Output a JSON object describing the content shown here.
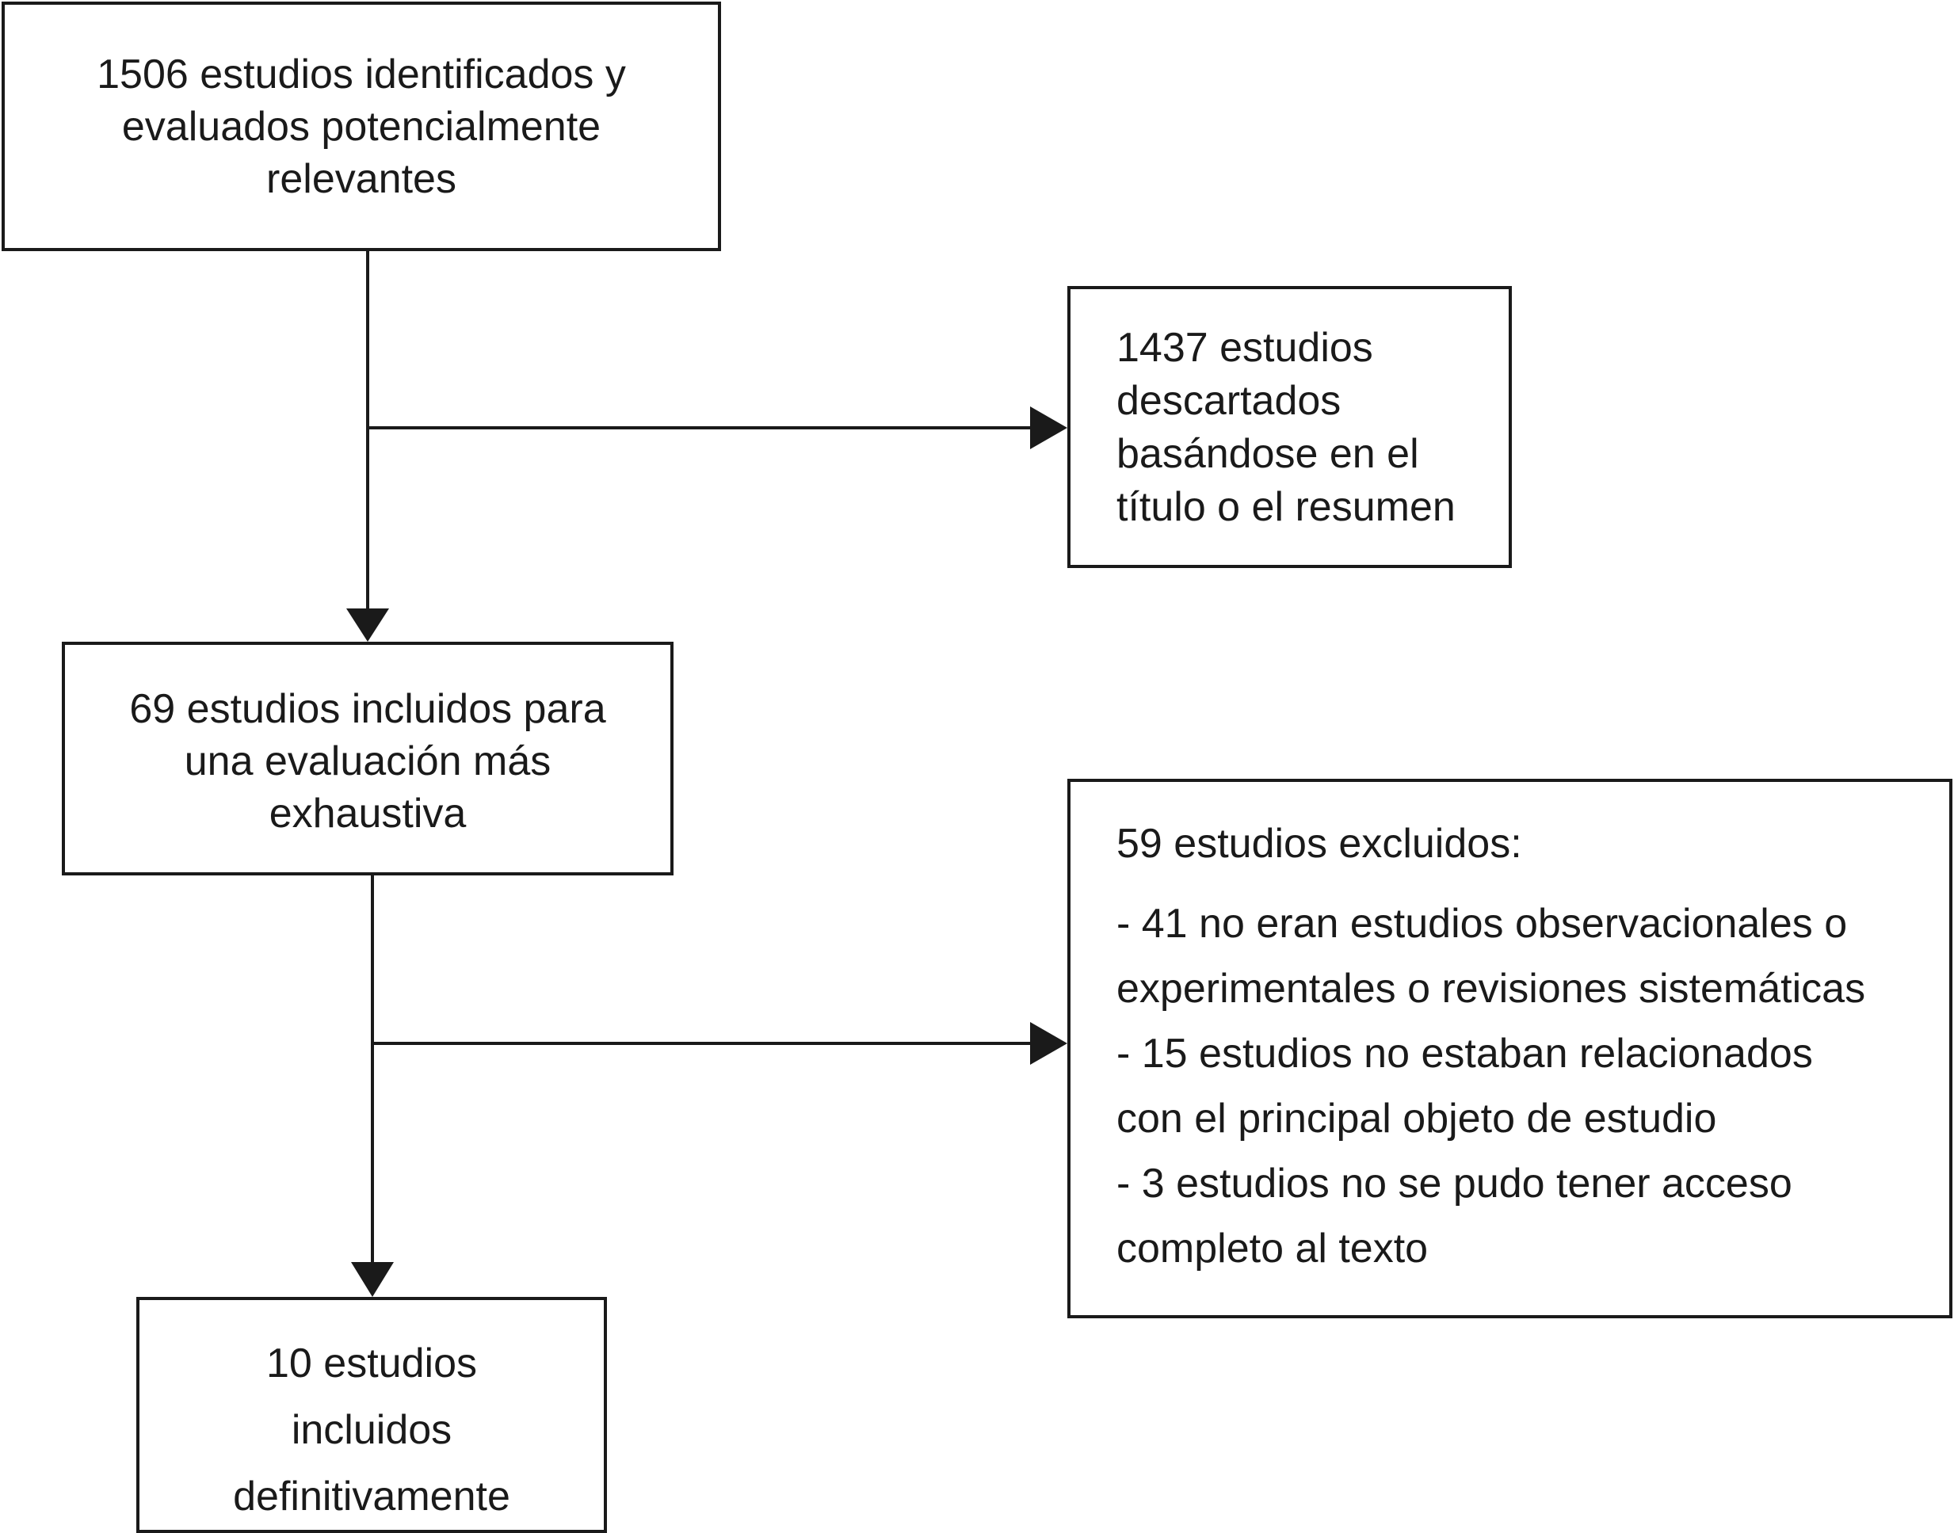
{
  "boxes": {
    "identified": {
      "lines": [
        "1506 estudios identificados y",
        "evaluados potencialmente",
        "relevantes"
      ]
    },
    "discarded": {
      "lines": [
        "1437 estudios",
        "descartados",
        "basándose en el",
        "título o el resumen"
      ]
    },
    "included": {
      "lines": [
        "69 estudios incluidos para",
        "una evaluación más",
        "exhaustiva"
      ]
    },
    "excluded": {
      "heading": "59 estudios excluidos:",
      "reasons": [
        {
          "lines": [
            "- 41 no eran estudios observacionales o",
            "experimentales o revisiones sistemáticas"
          ]
        },
        {
          "lines": [
            "- 15 estudios no estaban relacionados",
            "con el principal objeto de estudio"
          ]
        },
        {
          "lines": [
            "- 3 estudios no se pudo tener acceso",
            "completo al texto"
          ]
        }
      ]
    },
    "final": {
      "lines": [
        "10 estudios",
        "incluidos",
        "definitivamente"
      ]
    }
  },
  "colors": {
    "stroke": "#1a1a1a",
    "background": "#ffffff"
  }
}
